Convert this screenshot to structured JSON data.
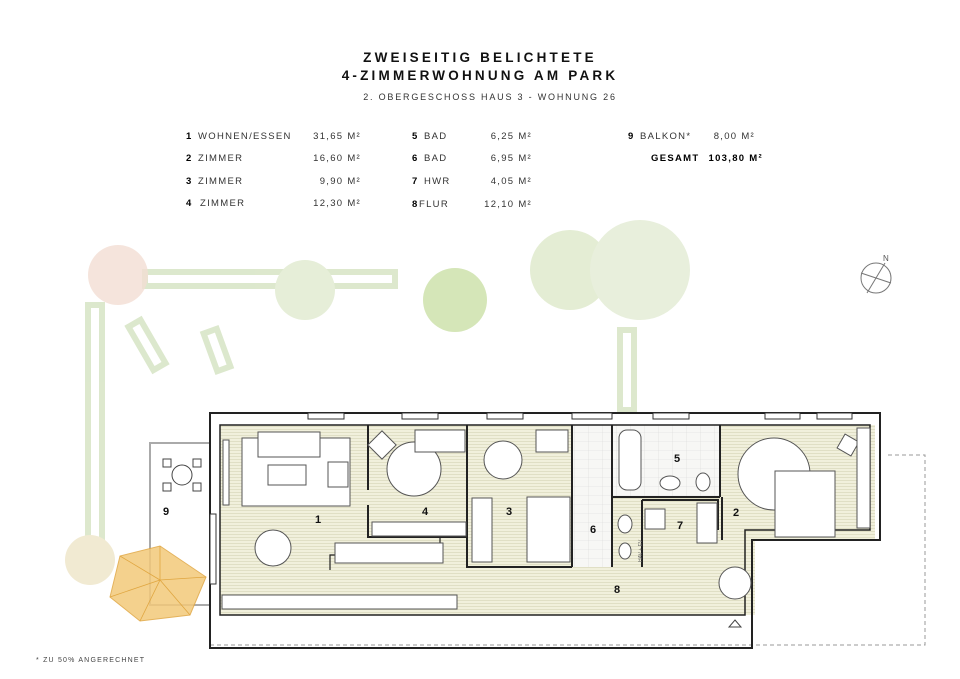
{
  "header": {
    "title_line1": "ZWEISEITIG BELICHTETE",
    "title_line2": "4-ZIMMERWOHNUNG AM PARK",
    "subtitle": "2. OBERGESCHOSS HAUS 3 - WOHNUNG 26"
  },
  "rooms": [
    {
      "no": "1",
      "name": "WOHNEN/ESSEN",
      "area": "31,65 M²"
    },
    {
      "no": "2",
      "name": "ZIMMER",
      "area": "16,60 M²"
    },
    {
      "no": "3",
      "name": "ZIMMER",
      "area": "9,90 M²"
    },
    {
      "no": "4",
      "name": "ZIMMER",
      "area": "12,30 M²"
    },
    {
      "no": "5",
      "name": "BAD",
      "area": "6,25 M²"
    },
    {
      "no": "6",
      "name": "BAD",
      "area": "6,95 M²"
    },
    {
      "no": "7",
      "name": "HWR",
      "area": "4,05 M²"
    },
    {
      "no": "8",
      "name": "FLUR",
      "area": "12,10 M²"
    },
    {
      "no": "9",
      "name": "BALKON*",
      "area": "8,00 M²"
    }
  ],
  "total": {
    "label": "GESAMT",
    "area": "103,80 M²"
  },
  "plan": {
    "compass_label": "N",
    "hwr_note": "HAV + EV",
    "floor_color": "#efeed6",
    "umbrella_color": "#f3c97a",
    "tree_color": "#cfe0b4"
  },
  "footnote": "* ZU 50% ANGERECHNET"
}
